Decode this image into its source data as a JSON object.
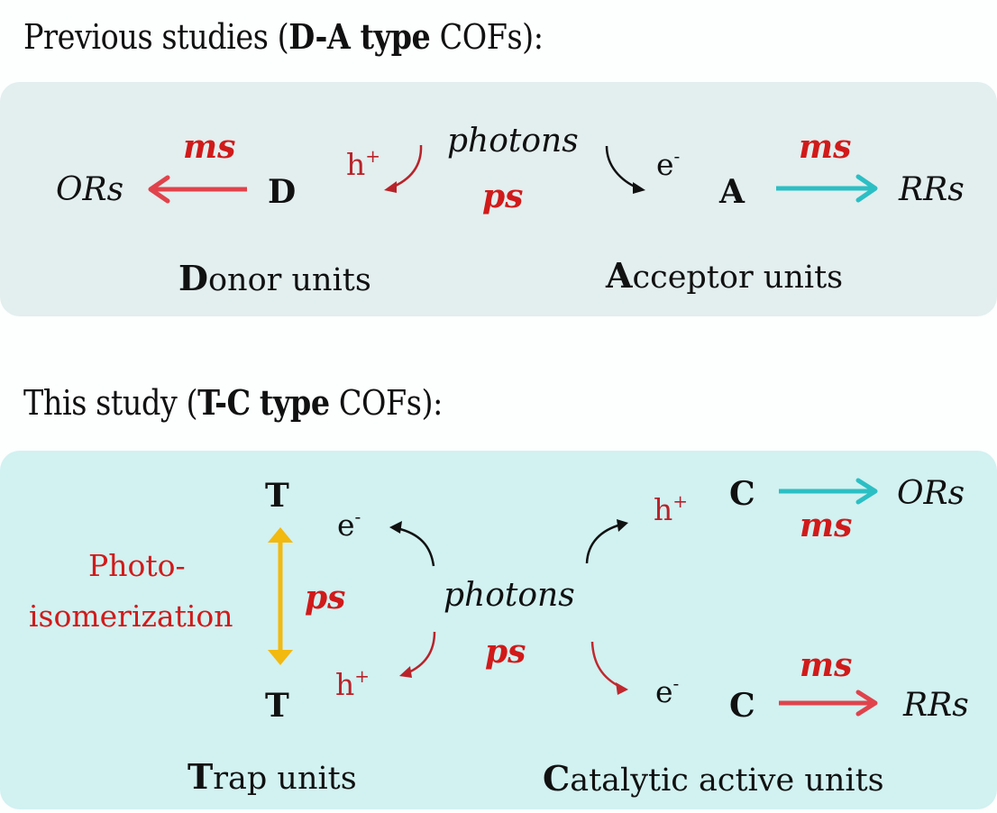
{
  "previous": {
    "heading": {
      "prefix": "Previous studies (",
      "bold": "D-A type",
      "suffix": " COFs):"
    },
    "ors_label": "ORs",
    "ms_left": "ms",
    "donor_symbol": "D",
    "hole_label": "h",
    "hole_charge": "+",
    "photons_label": "photons",
    "ps_label": "ps",
    "electron_label": "e",
    "electron_charge": "-",
    "acceptor_symbol": "A",
    "ms_right": "ms",
    "rrs_label": "RRs",
    "donor_units": {
      "initial": "D",
      "rest": "onor units"
    },
    "acceptor_units": {
      "initial": "A",
      "rest": "cceptor units"
    }
  },
  "this_study": {
    "heading": {
      "prefix": "This study (",
      "bold": "T-C",
      "bold2": "type",
      "suffix": " COFs):"
    },
    "trap_top": "T",
    "trap_bottom": "T",
    "photo_line1": "Photo-",
    "photo_line2": "isomerization",
    "ps_left": "ps",
    "electron_top": "e",
    "electron_top_charge": "-",
    "hole_bottom": "h",
    "hole_bottom_charge": "+",
    "photons_label": "photons",
    "ps_center": "ps",
    "hole_right": "h",
    "hole_right_charge": "+",
    "electron_right": "e",
    "electron_right_charge": "-",
    "catalytic_top": "C",
    "catalytic_bottom": "C",
    "ors_label": "ORs",
    "rrs_label": "RRs",
    "ms_top": "ms",
    "ms_bottom": "ms",
    "trap_units": {
      "initial": "T",
      "rest": "rap units"
    },
    "catalytic_units": {
      "initial": "C",
      "rest": "atalytic active units"
    }
  },
  "colors": {
    "panel_previous": "#e3eeee",
    "panel_this": "#d2f1f1",
    "red_text": "#d11a1a",
    "red_arrow": "#e0434c",
    "teal_arrow": "#2bbfc4",
    "yellow_arrow": "#f2b90f"
  }
}
